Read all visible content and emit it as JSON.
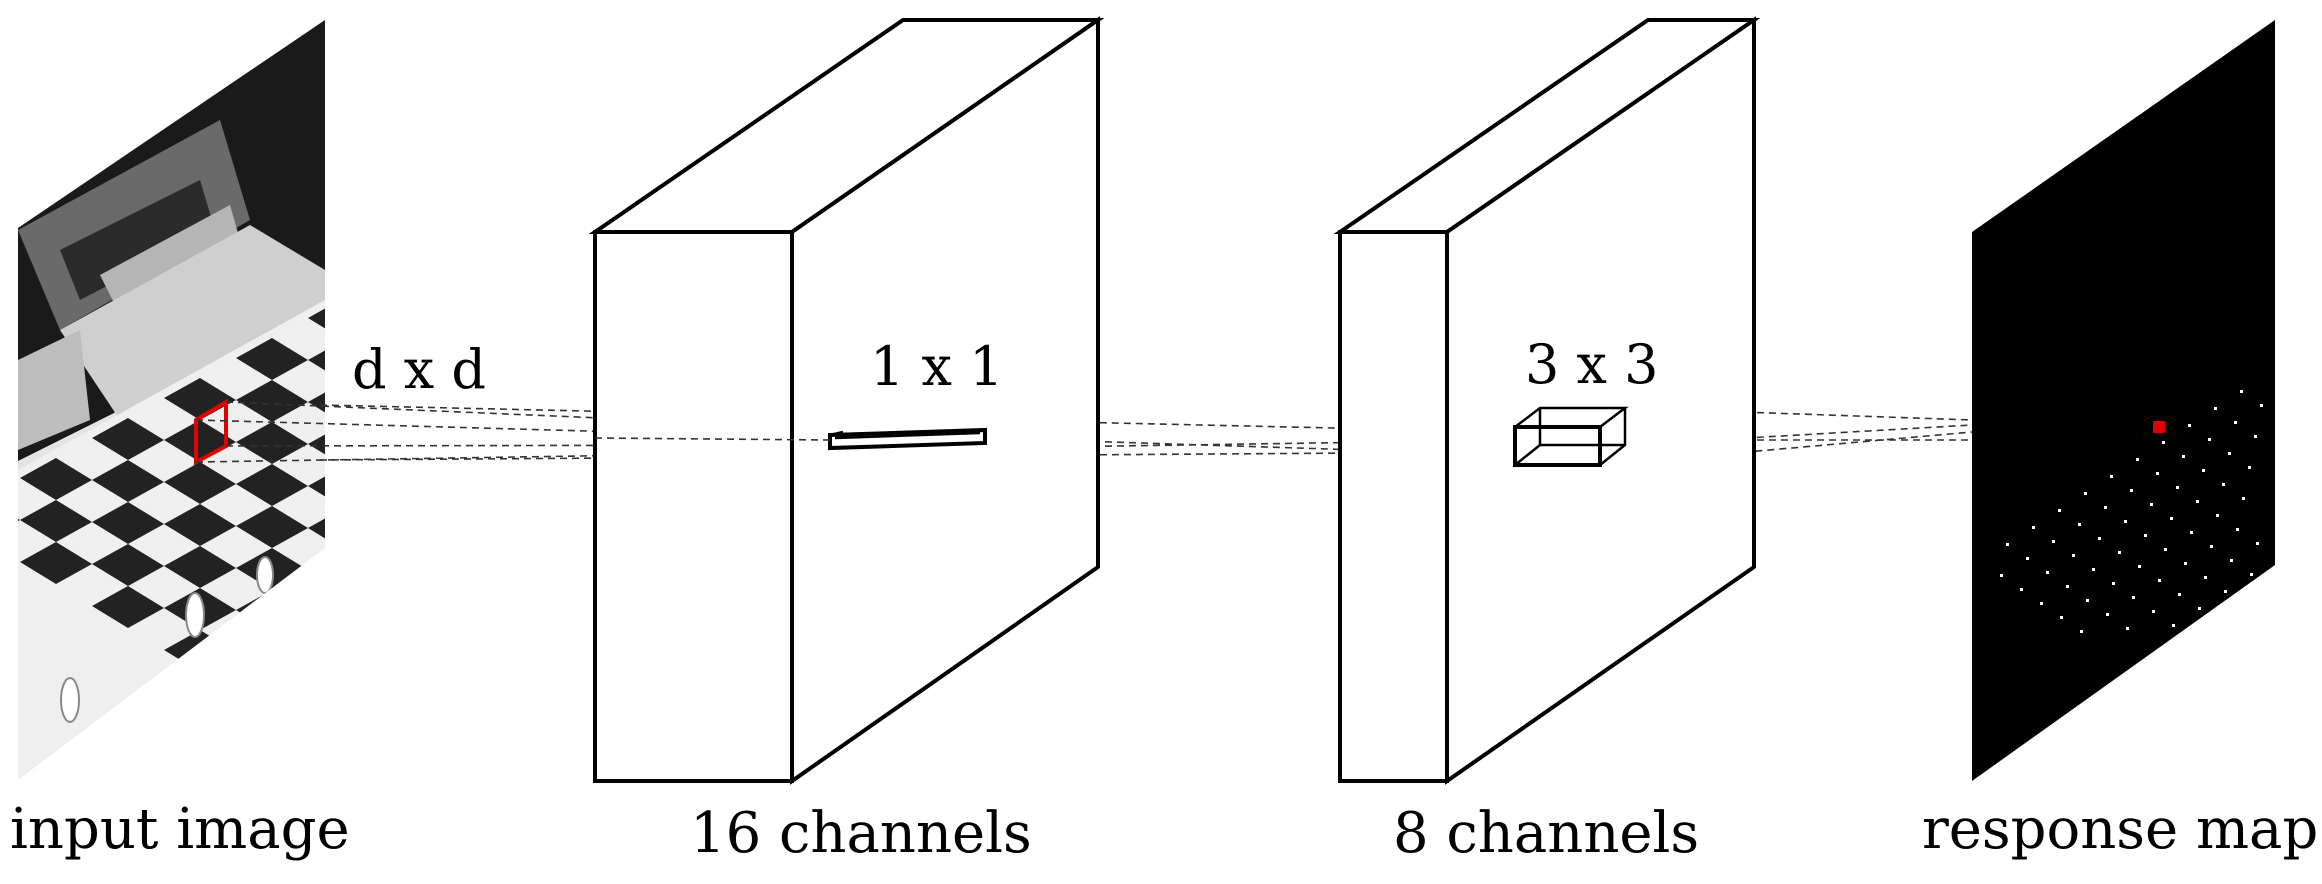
{
  "labels": {
    "input": "input image",
    "layer1": "16 channels",
    "layer2": "8 channels",
    "output": "response map",
    "patch": "d x d",
    "kernel1": "1 x 1",
    "kernel2": "3 x 3"
  },
  "colors": {
    "highlight": "#e00000",
    "response_background": "#000000",
    "response_dots": "#ffffff"
  }
}
